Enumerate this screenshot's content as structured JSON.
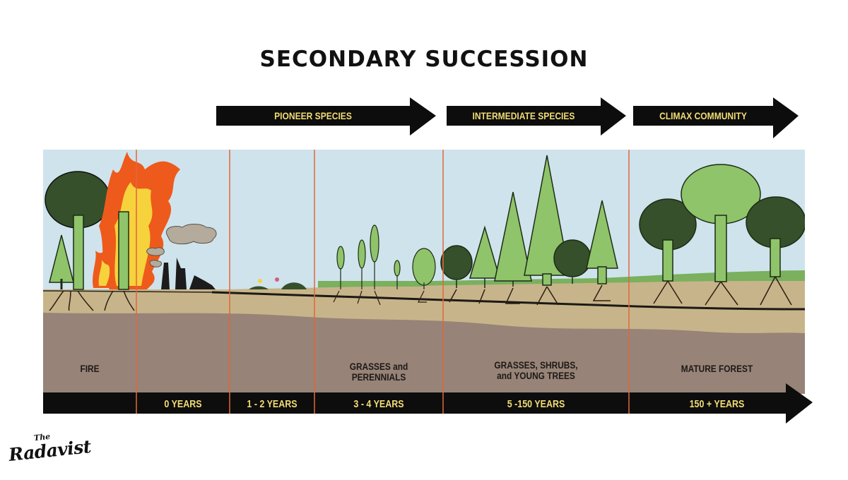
{
  "title": "SECONDARY SUCCESSION",
  "phases": [
    {
      "label": "PIONEER SPECIES"
    },
    {
      "label": "INTERMEDIATE SPECIES"
    },
    {
      "label": "CLIMAX COMMUNITY"
    }
  ],
  "stages": [
    {
      "label": "FIRE",
      "years": ""
    },
    {
      "label": "",
      "years": "0 YEARS"
    },
    {
      "label": "",
      "years": "1 - 2 YEARS"
    },
    {
      "label_line1": "GRASSES and",
      "label_line2": "PERENNIALS",
      "years": "3 - 4 YEARS"
    },
    {
      "label_line1": "GRASSES, SHRUBS,",
      "label_line2": "and YOUNG TREES",
      "years": "5 -150 YEARS"
    },
    {
      "label": "MATURE FOREST",
      "years": "150 + YEARS"
    }
  ],
  "logo": {
    "small": "The",
    "big": "Radavist"
  },
  "colors": {
    "sky": "#cfe3ec",
    "soil_top": "#c8b48a",
    "soil_deep": "#978377",
    "grass": "#7ab05e",
    "tree_green": "#8fc46a",
    "tree_dark": "#35502a",
    "fire_orange": "#ee5a1c",
    "fire_yellow": "#f6d23c",
    "divider": "#e0683c",
    "arrow": "#0d0d0d",
    "arrow_text": "#f2dd73"
  }
}
